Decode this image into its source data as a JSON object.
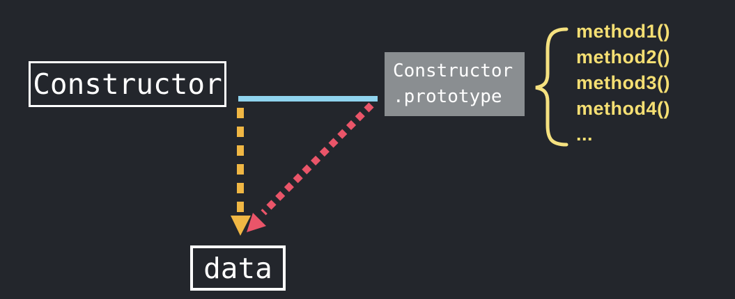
{
  "diagram": {
    "constructor_box": {
      "label": "Constructor"
    },
    "prototype_box": {
      "line1": "Constructor",
      "line2": ".prototype"
    },
    "data_box": {
      "label": "data"
    },
    "methods": [
      "method1()",
      "method2()",
      "method3()",
      "method4()",
      "..."
    ]
  },
  "colors": {
    "background": "#23262c",
    "box_border": "#ffffff",
    "text": "#ffffff",
    "prototype_box_bg": "#8a8e91",
    "blue_line": "#8fd3ee",
    "yellow_arrow": "#f0b744",
    "method_text": "#f5df73",
    "brace": "#f5e180",
    "pink_arrow": "#ea5569"
  }
}
